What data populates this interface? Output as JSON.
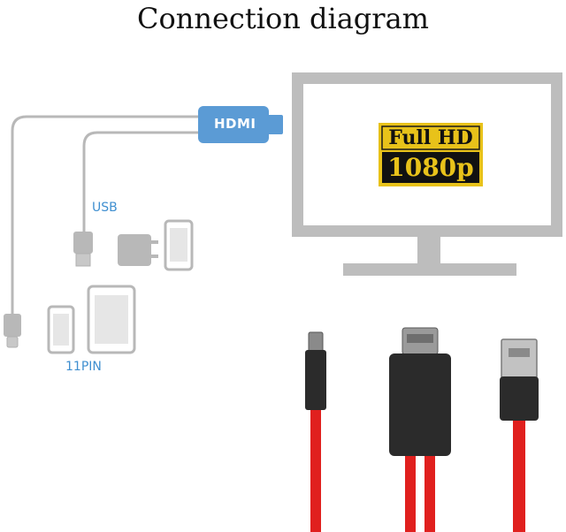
{
  "title": "Connection diagram",
  "connector_labels": {
    "hdmi": "HDMI",
    "usb": "USB",
    "pin": "11PIN"
  },
  "screen_badge": {
    "line1": "Full HD",
    "line2": "1080p"
  },
  "colors": {
    "cable_gray": "#b8b8b8",
    "hdmi_blue": "#5b9bd5",
    "label_blue": "#3f8fd0",
    "monitor_gray": "#bdbdbd",
    "badge_gold": "#e8c21a",
    "badge_black": "#111111",
    "cable_red": "#e0201e"
  }
}
